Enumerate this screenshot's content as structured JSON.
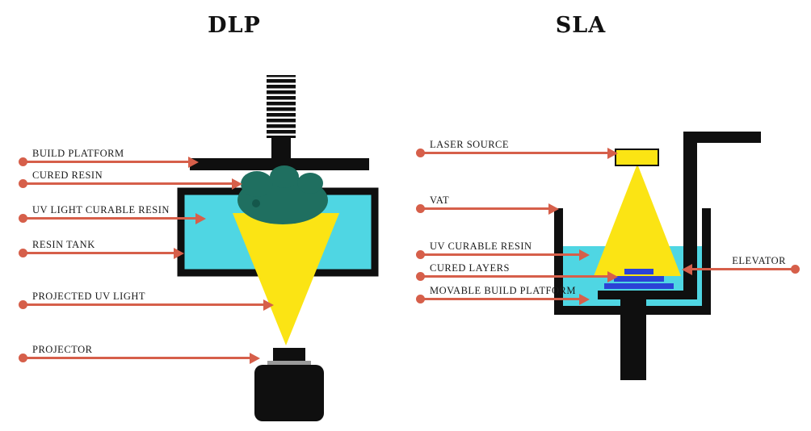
{
  "colors": {
    "accent": "#d65f4a",
    "resin_cyan": "#4fd6e3",
    "uv_yellow": "#fbe414",
    "cured_teal": "#1f6f60",
    "layer_blue": "#2b43d6",
    "ink_black": "#0f0f0f"
  },
  "dlp": {
    "title": "DLP",
    "labels": {
      "build_platform": "BUILD PLATFORM",
      "cured_resin": "CURED RESIN",
      "uv_light_curable_resin": "UV LIGHT CURABLE RESIN",
      "resin_tank": "RESIN TANK",
      "projected_uv_light": "PROJECTED UV LIGHT",
      "projector": "PROJECTOR"
    }
  },
  "sla": {
    "title": "SLA",
    "labels": {
      "laser_source": "LASER SOURCE",
      "vat": "VAT",
      "uv_curable_resin": "UV CURABLE RESIN",
      "cured_layers": "CURED LAYERS",
      "movable_build_platform": "MOVABLE BUILD PLATFORM",
      "elevator": "ELEVATOR"
    }
  }
}
